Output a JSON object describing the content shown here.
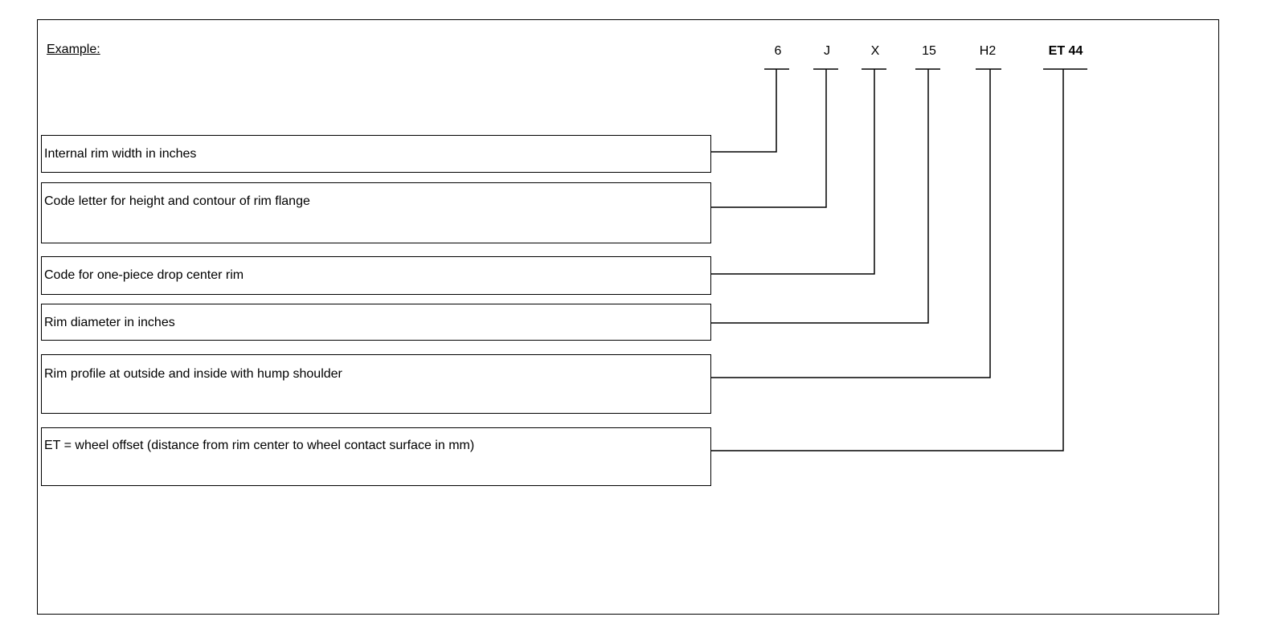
{
  "example_label": "Example:",
  "codes": [
    "6",
    "J",
    "X",
    "15",
    "H2",
    "ET 44"
  ],
  "descriptions": [
    "Internal rim width in inches",
    "Code letter for height and contour of rim flange",
    "Code for one-piece drop center rim",
    "Rim diameter in inches",
    "Rim profile at outside and inside with hump shoulder",
    "ET = wheel offset (distance from rim center to wheel contact surface in mm)"
  ]
}
